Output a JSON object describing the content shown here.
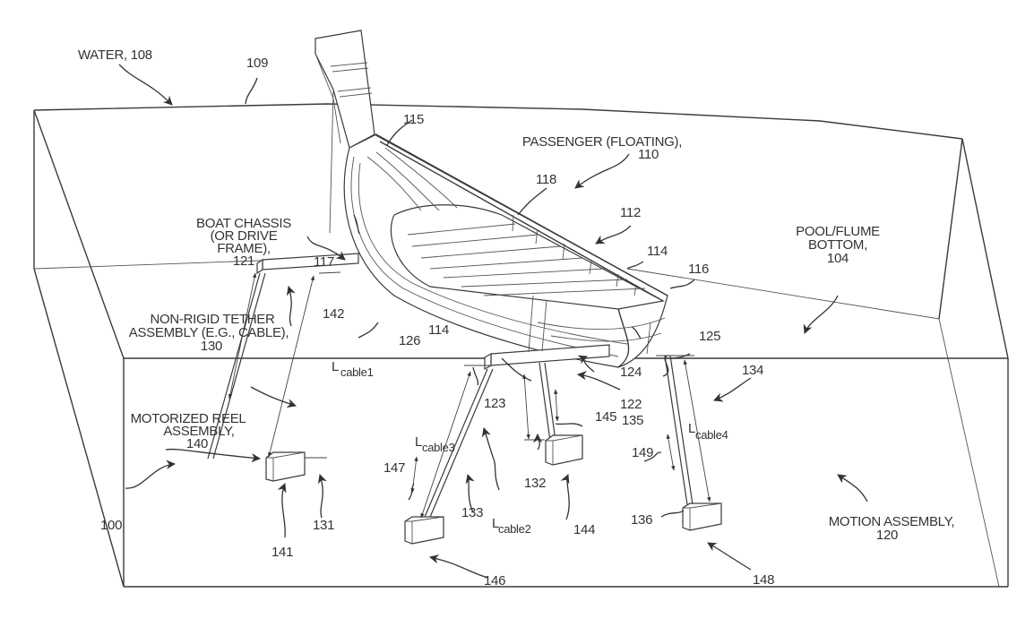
{
  "figure": {
    "type": "patent-drawing",
    "subject": "Boat ride with motion assembly tethered under water",
    "labels": {
      "water": "WATER, 108",
      "water_surface": "109",
      "passenger_line1": "PASSENGER (FLOATING),",
      "passenger_line2": "110",
      "pool_line1": "POOL/FLUME",
      "pool_line2": "BOTTOM,",
      "pool_line3": "104",
      "chassis_line1": "BOAT CHASSIS",
      "chassis_line2": "(OR DRIVE",
      "chassis_line3": "FRAME),",
      "chassis_line4": "121",
      "tether_line1": "NON-RIGID TETHER",
      "tether_line2": "ASSEMBLY (E.G., CABLE),",
      "tether_line3": "130",
      "reel_line1": "MOTORIZED REEL",
      "reel_line2": "ASSEMBLY,",
      "reel_line3": "140",
      "motion_line1": "MOTION ASSEMBLY,",
      "motion_line2": "120",
      "ref_100": "100",
      "ref_112": "112",
      "ref_114a": "114",
      "ref_114b": "114",
      "ref_115": "115",
      "ref_116": "116",
      "ref_117": "117",
      "ref_118": "118",
      "ref_122": "122",
      "ref_123": "123",
      "ref_124": "124",
      "ref_125": "125",
      "ref_126": "126",
      "ref_131": "131",
      "ref_132": "132",
      "ref_133": "133",
      "ref_134": "134",
      "ref_135": "135",
      "ref_136": "136",
      "ref_141": "141",
      "ref_142": "142",
      "ref_144": "144",
      "ref_145": "145",
      "ref_146": "146",
      "ref_147": "147",
      "ref_148": "148",
      "ref_149": "149",
      "cable1_L": "L",
      "cable1_sub": "cable1",
      "cable2_L": "L",
      "cable2_sub": "cable2",
      "cable3_L": "L",
      "cable3_sub": "cable3",
      "cable4_L": "L",
      "cable4_sub": "cable4"
    }
  }
}
